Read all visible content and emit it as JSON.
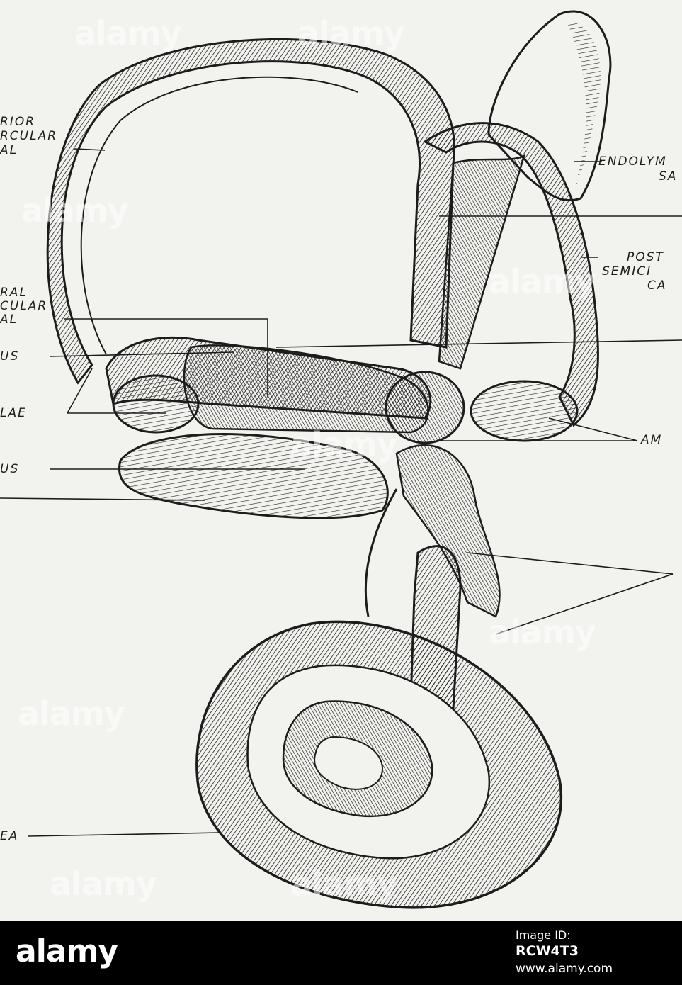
{
  "labels": {
    "superior_canal": [
      "RIOR",
      "RCULAR",
      "AL"
    ],
    "endolymph_sac": [
      "ENDOLYM",
      "SA"
    ],
    "posterior_canal": [
      "POST",
      "SEMICI",
      "CA"
    ],
    "lateral_canal": [
      "RAL",
      "CULAR",
      "AL"
    ],
    "utriculus": "US",
    "ampullae_left": "LAE",
    "ampullae_right": "AM",
    "sacculus": "US",
    "cochlea": "EA"
  },
  "watermark": {
    "text": "alamy"
  },
  "footer": {
    "logo": "alamy",
    "image_id_label": "Image ID:",
    "image_id_value": "RCW4T3",
    "url": "www.alamy.com"
  },
  "colors": {
    "ink": "#1c1c1c",
    "paper": "#f2f2ef",
    "footer_bg": "#000000",
    "footer_text": "#ffffff"
  }
}
